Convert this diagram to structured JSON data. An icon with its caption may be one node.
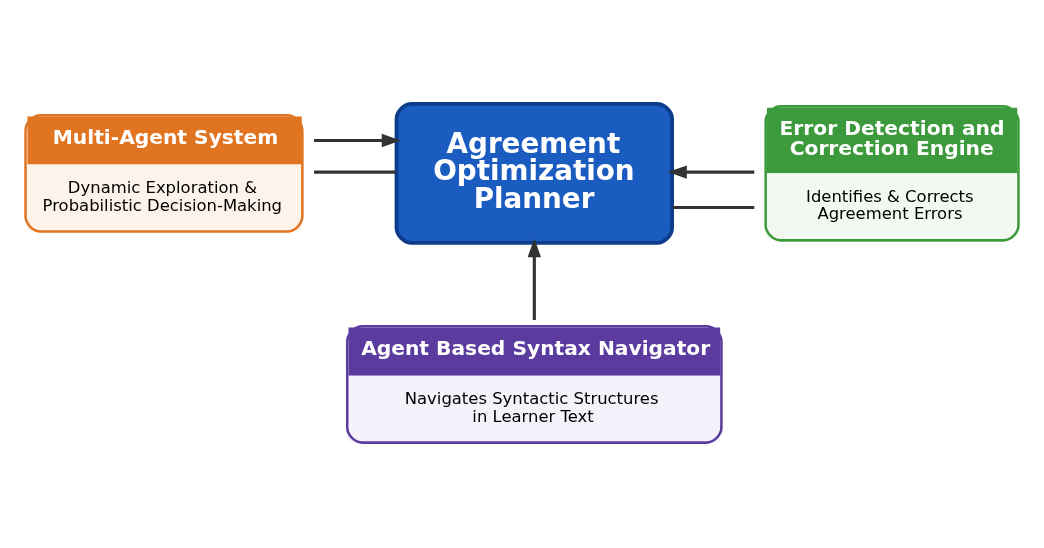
{
  "diagram": {
    "nodes": [
      {
        "text": [
          "Multi-Agent System",
          "Dynamic Exploration & Probabilistic Decision-Making"
        ]
      },
      {
        "text": [
          "Error Detection and Correction Engine",
          "Identifies & Corrects Agreement Errors"
        ]
      },
      {
        "text": [
          "Agreement Optimization Planner"
        ]
      },
      {
        "text": [
          "Agent Based Syntax Navigator",
          "Navigates Syntactic Structures in Learner Text"
        ]
      }
    ],
    "edges": [
      {
        "from": 0,
        "to": 2,
        "arrow": "none"
      },
      {
        "from": 0,
        "to": 2,
        "arrow": "to"
      },
      {
        "from": 1,
        "to": 2,
        "arrow": "none"
      },
      {
        "from": 1,
        "to": 2,
        "arrow": "to"
      },
      {
        "from": 3,
        "to": 2,
        "arrow": "to"
      }
    ]
  }
}
